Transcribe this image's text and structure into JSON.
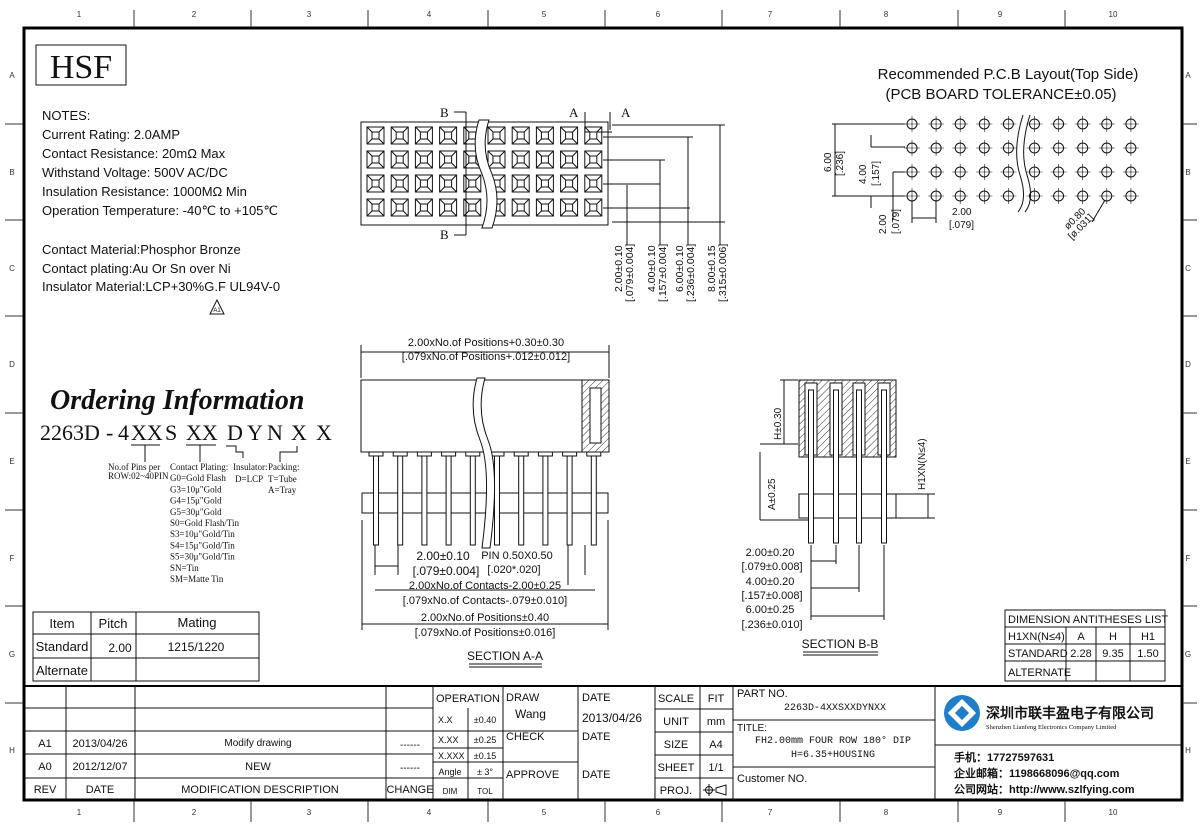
{
  "frame": {
    "columns": [
      "1",
      "2",
      "3",
      "4",
      "5",
      "6",
      "7",
      "8",
      "9",
      "10"
    ],
    "rows": [
      "A",
      "B",
      "C",
      "D",
      "E",
      "F",
      "G",
      "H"
    ]
  },
  "logo": "HSF",
  "notes": {
    "heading": "NOTES:",
    "lines": [
      "Current Rating: 2.0AMP",
      "Contact Resistance: 20mΩ Max",
      "Withstand Voltage: 500V AC/DC",
      "Insulation Resistance: 1000MΩ Min",
      "Operation Temperature: -40℃ to +105℃"
    ],
    "materials": [
      "Contact Material:Phosphor Bronze",
      "Contact plating:Au Or Sn over Ni",
      "Insulator Material:LCP+30%G.F UL94V-0"
    ],
    "rev_mark": "A1"
  },
  "ordering": {
    "title": "Ordering Information",
    "code": [
      "2263D",
      "-",
      "4",
      "XX",
      "S",
      "XX",
      "D",
      "Y",
      "N",
      "X",
      "X"
    ],
    "pins": [
      "No.of Pins per",
      "ROW:02~40PIN"
    ],
    "plating": [
      "Contact Plating:",
      "G0=Gold Flash",
      "G3=10μ\"Gold",
      "G4=15μ\"Gold",
      "G5=30μ\"Gold",
      "S0=Gold Flash/Tin",
      "S3=10μ\"Gold/Tin",
      "S4=15μ\"Gold/Tin",
      "S5=30μ\"Gold/Tin",
      "SN=Tin",
      "SM=Matte Tin"
    ],
    "insulator": [
      "Insulator:",
      "D=LCP"
    ],
    "packing": [
      "Packing:",
      "T=Tube",
      "A=Tray"
    ]
  },
  "top_view": {
    "section_b": "B",
    "section_a": "A",
    "dims": [
      [
        "2.00±0.10",
        "[.079±0.004]"
      ],
      [
        "4.00±0.10",
        "[.157±0.004]"
      ],
      [
        "6.00±0.10",
        "[.236±0.004]"
      ],
      [
        "8.00±0.15",
        "[.315±0.006]"
      ]
    ]
  },
  "pcb": {
    "title": "Recommended P.C.B Layout(Top Side)",
    "tolerance": "(PCB BOARD TOLERANCE±0.05)",
    "dim_600": [
      "6.00",
      "[.236]"
    ],
    "dim_400": [
      "4.00",
      "[.157]"
    ],
    "dim_200v": [
      "2.00",
      "[.079]"
    ],
    "dim_200h": [
      "2.00",
      "[.079]"
    ],
    "hole": [
      "ø0.80",
      "[ø.031]"
    ]
  },
  "section_aa": {
    "top_dim": [
      "2.00xNo.of Positions+0.30±0.30",
      "[.079xNo.of Positions+.012±0.012]"
    ],
    "pitch": [
      "2.00±0.10",
      "[.079±0.004]"
    ],
    "pin": [
      "PIN 0.50X0.50",
      "[.020*.020]"
    ],
    "contacts": [
      "2.00xNo.of Contacts-2.00±0.25",
      "[.079xNo.of Contacts-.079±0.010]"
    ],
    "positions": [
      "2.00xNo.of Positions±0.40",
      "[.079xNo.of Positions±0.016]"
    ],
    "label": "SECTION A-A"
  },
  "section_bb": {
    "h": "H±0.30",
    "a": "A±0.25",
    "h1": "H1XN(N≤4)",
    "dims": [
      [
        "2.00±0.20",
        "[.079±0.008]"
      ],
      [
        "4.00±0.20",
        "[.157±0.008]"
      ],
      [
        "6.00±0.25",
        "[.236±0.010]"
      ]
    ],
    "label": "SECTION B-B"
  },
  "item_table": {
    "headers": [
      "Item",
      "Pitch",
      "Mating"
    ],
    "rows": [
      [
        "Standard",
        "2.00",
        "1215/1220"
      ],
      [
        "Alternate",
        "",
        ""
      ]
    ]
  },
  "dim_list": {
    "title": "DIMENSION ANTITHESES LIST",
    "headers": [
      "H1XN(N≤4)",
      "A",
      "H",
      "H1"
    ],
    "rows": [
      [
        "STANDARD",
        "2.28",
        "9.35",
        "1.50"
      ],
      [
        "ALTERNATE",
        "",
        "",
        ""
      ]
    ]
  },
  "title_block": {
    "revisions": [
      {
        "rev": "A1",
        "date": "2013/04/26",
        "desc": "Modify drawing",
        "change": "------"
      },
      {
        "rev": "A0",
        "date": "2012/12/07",
        "desc": "NEW",
        "change": "------"
      }
    ],
    "rev_headers": {
      "rev": "REV",
      "date": "DATE",
      "desc": "MODIFICATION DESCRIPTION",
      "change": "CHANGE"
    },
    "operation": "OPERATION",
    "tolerances": [
      [
        "X.X",
        "±0.40"
      ],
      [
        "X.XX",
        "±0.25"
      ],
      [
        "X.XXX",
        "±0.15"
      ],
      [
        "Angle",
        "± 3°"
      ]
    ],
    "tol_headers": [
      "DIM",
      "TOL"
    ],
    "draw": "DRAW",
    "drawer": "Wang",
    "check": "CHECK",
    "approve": "APPROVE",
    "date_label": "DATE",
    "draw_date": "2013/04/26",
    "scale": [
      "SCALE",
      "FIT"
    ],
    "unit": [
      "UNIT",
      "mm"
    ],
    "size": [
      "SIZE",
      "A4"
    ],
    "sheet": [
      "SHEET",
      "1/1"
    ],
    "proj": "PROJ.",
    "part_no_label": "PART NO.",
    "part_no": "2263D-4XXSXXDYNXX",
    "title_label": "TITLE:",
    "title_1": "FH2.00mm FOUR ROW 180°  DIP",
    "title_2": "H=6.35+HOUSING",
    "customer": "Customer NO."
  },
  "company": {
    "name_cn": "深圳市联丰盈电子有限公司",
    "name_en": "Shenzhen Lianfeng Electronics Company Limited",
    "phone": "手机：17727597631",
    "email": "企业邮箱：1198668096@qq.com",
    "site": "公司网站：http://www.szlfying.com",
    "brand_color": "#1e7fc8"
  }
}
